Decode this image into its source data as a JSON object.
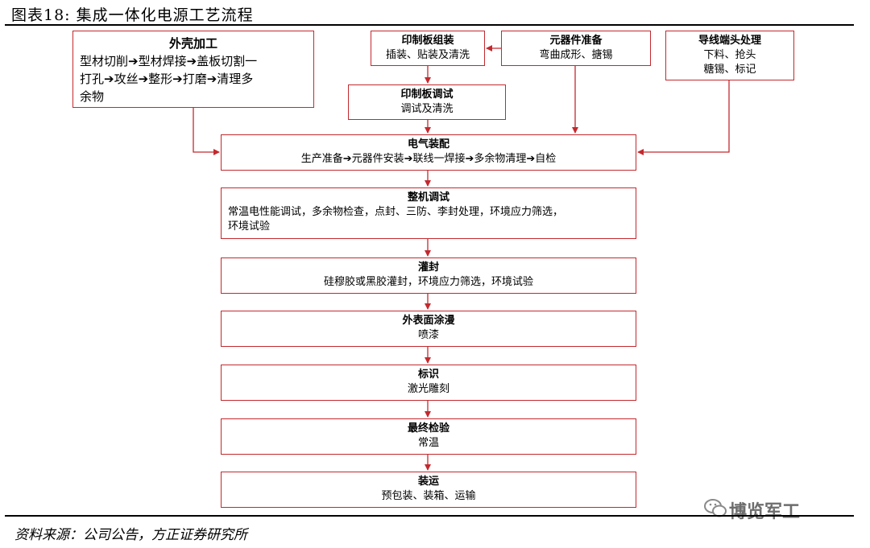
{
  "title": "图表18:  集成一体化电源工艺流程",
  "source": "资料来源：公司公告，方正证券研究所",
  "watermark": "博览军工",
  "boxes": {
    "shell": {
      "title": "外壳加工",
      "lines": [
        "型材切削➔型材焊接➔盖板切割一",
        "打孔➔攻丝➔整形➔打磨➔清理多",
        "余物"
      ]
    },
    "pcb_assembly": {
      "title": "印制板组装",
      "lines": [
        "插装、贴装及清洗"
      ]
    },
    "components": {
      "title": "元器件准备",
      "lines": [
        "弯曲成形、搪锡"
      ]
    },
    "wire": {
      "title": "导线端头处理",
      "lines": [
        "下料、抢头",
        "糖锡、标记"
      ]
    },
    "pcb_debug": {
      "title": "印制板调试",
      "lines": [
        "调试及清洗"
      ]
    },
    "electrical": {
      "title": "电气装配",
      "lines": [
        "生产准备➔元器件安装➔联线一焊接➔多余物清理➔自检"
      ]
    },
    "machine_debug": {
      "title": "整机调试",
      "lines": [
        "常温电性能调试，多余物检查，点封、三防、李封处理，环境应力筛选，",
        "环境试验"
      ]
    },
    "potting": {
      "title": "灌封",
      "lines": [
        "硅穆胶或黑胶灌封，环境应力筛选，环境试验"
      ]
    },
    "coating": {
      "title": "外表面涂漫",
      "lines": [
        "喷漆"
      ]
    },
    "marking": {
      "title": "标识",
      "lines": [
        "激光雕刻"
      ]
    },
    "final_test": {
      "title": "最终检验",
      "lines": [
        "常温"
      ]
    },
    "shipping": {
      "title": "装运",
      "lines": [
        "预包装、装箱、运输"
      ]
    }
  },
  "colors": {
    "box_border": "#c3292e",
    "arrow": "#c3292e"
  }
}
